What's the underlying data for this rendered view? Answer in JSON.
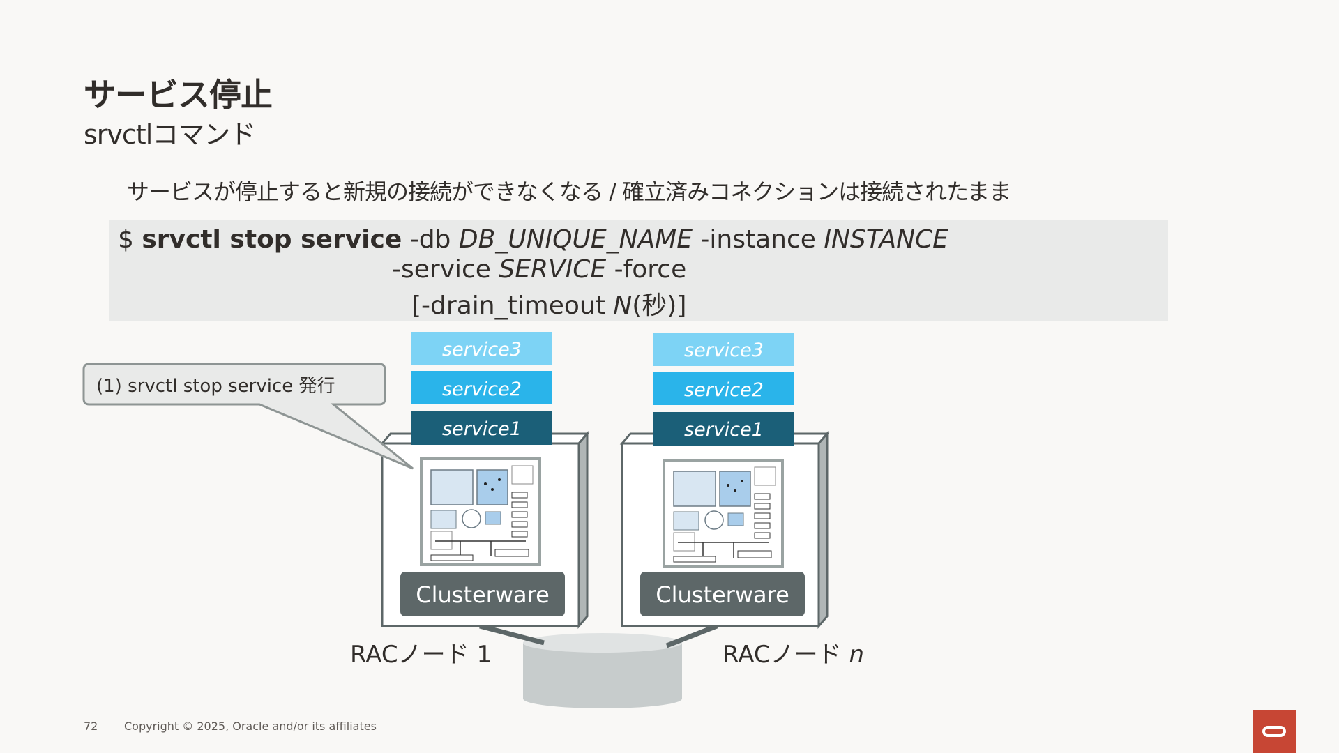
{
  "slide": {
    "title": "サービス停止",
    "subtitle": "srvctlコマンド",
    "lead": "サービスが停止すると新規の接続ができなくなる / 確立済みコネクションは接続されたまま"
  },
  "command": {
    "prompt": "$ ",
    "bold": "srvctl stop service",
    "opt_db": " -db ",
    "db_value": "DB_UNIQUE_NAME",
    "opt_instance": " -instance ",
    "instance_value": "INSTANCE",
    "opt_service": "-service ",
    "service_value": "SERVICE",
    "opt_force": " -force",
    "drain_open": "[-drain_timeout ",
    "drain_value": "N",
    "drain_close": "(秒)]"
  },
  "callout": "(1) srvctl stop service 発行",
  "nodes": [
    {
      "label": "RACノード 1",
      "label_suffix": "",
      "clusterware": "Clusterware",
      "services": [
        "service3",
        "service2",
        "service1"
      ]
    },
    {
      "label": "RACノード ",
      "label_suffix": "n",
      "clusterware": "Clusterware",
      "services": [
        "service3",
        "service2",
        "service1"
      ]
    }
  ],
  "colors": {
    "service3": "#7dd3f5",
    "service2": "#2ab4ea",
    "service1": "#1b5f78",
    "clusterware": "#5d6768",
    "oracle_red": "#c74634"
  },
  "footer": {
    "page": "72",
    "copyright": "Copyright © 2025, Oracle and/or its affiliates"
  }
}
